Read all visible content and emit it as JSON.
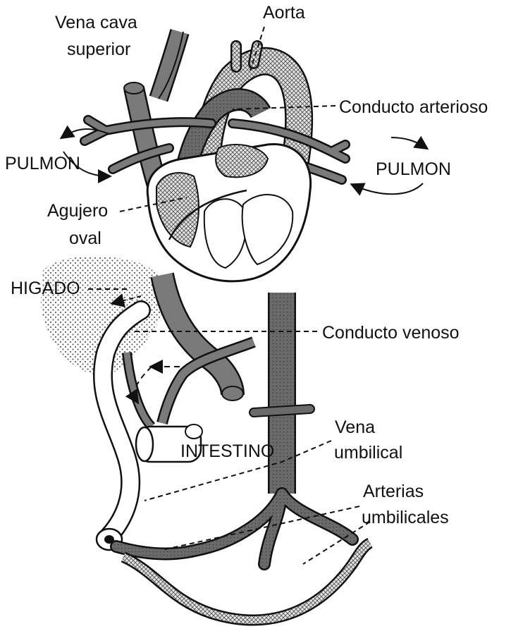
{
  "labels": {
    "vena_cava_superior_line1": "Vena cava",
    "vena_cava_superior_line2": "superior",
    "aorta": "Aorta",
    "conducto_arterioso": "Conducto arterioso",
    "pulmon_left": "PULMON",
    "pulmon_right": "PULMON",
    "agujero_oval_line1": "Agujero",
    "agujero_oval_line2": "oval",
    "higado": "HIGADO",
    "conducto_venoso": "Conducto venoso",
    "intestino": "INTESTINO",
    "vena_umbilical_line1": "Vena",
    "vena_umbilical_line2": "umbilical",
    "arterias_umbilicales_line1": "Arterias",
    "arterias_umbilicales_line2": "umbilicales"
  },
  "colors": {
    "ink": "#111111",
    "vessel_dark": "#555555",
    "vessel_mid": "#8a8a8a",
    "vessel_light": "#ffffff",
    "crosshatch": "#b5b5b5",
    "liver_stipple": "#444444"
  }
}
